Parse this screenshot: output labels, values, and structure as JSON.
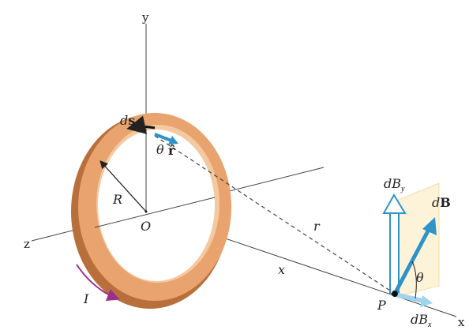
{
  "labels": {
    "y_axis": "y",
    "z_axis": "z",
    "x_axis": "x",
    "x_distance": "x",
    "origin": "O",
    "radius": "R",
    "r_distance": "r",
    "ds_d": "d",
    "ds_s": "s",
    "theta_ring": "θ",
    "rhat": "r̂",
    "current": "I",
    "point": "P",
    "dB_d": "d",
    "dB_B": "B",
    "dBy_d": "dB",
    "dBy_sub": "y",
    "dBx_d": "dB",
    "dBx_sub": "x",
    "theta_field": "θ"
  },
  "colors": {
    "ring_face": "#e8a36e",
    "ring_edge": "#b86f3c",
    "ring_inner": "#f4c9a0",
    "field_arrow": "#2e94c8",
    "field_arrow_light": "#9fd3ee",
    "current_arrow": "#9c2f8d",
    "panel": "#fdf3d8"
  }
}
